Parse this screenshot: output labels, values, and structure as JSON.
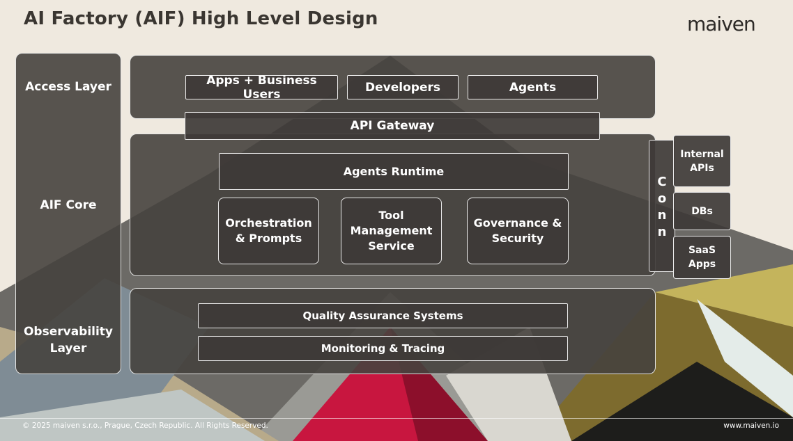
{
  "title": "AI Factory (AIF) High Level Design",
  "logo": "maiven",
  "layers": {
    "access": "Access Layer",
    "core": "AIF Core",
    "observability_line1": "Observability",
    "observability_line2": "Layer"
  },
  "access": {
    "apps": "Apps + Business Users",
    "developers": "Developers",
    "agents": "Agents"
  },
  "gateway": "API Gateway",
  "core": {
    "runtime": "Agents Runtime",
    "orchestration_line1": "Orchestration",
    "orchestration_line2": "& Prompts",
    "tool_line1": "Tool",
    "tool_line2": "Management",
    "tool_line3": "Service",
    "governance_line1": "Governance &",
    "governance_line2": "Security"
  },
  "conn": {
    "letters": [
      "C",
      "o",
      "n",
      "n"
    ]
  },
  "external": {
    "internal_line1": "Internal",
    "internal_line2": "APIs",
    "dbs": "DBs",
    "saas_line1": "SaaS",
    "saas_line2": "Apps"
  },
  "observability": {
    "qa": "Quality Assurance Systems",
    "monitoring": "Monitoring & Tracing"
  },
  "footer": {
    "copyright": "© 2025 maiven s.r.o., Prague, Czech Republic. All Rights Reserved.",
    "website": "www.maiven.io"
  }
}
